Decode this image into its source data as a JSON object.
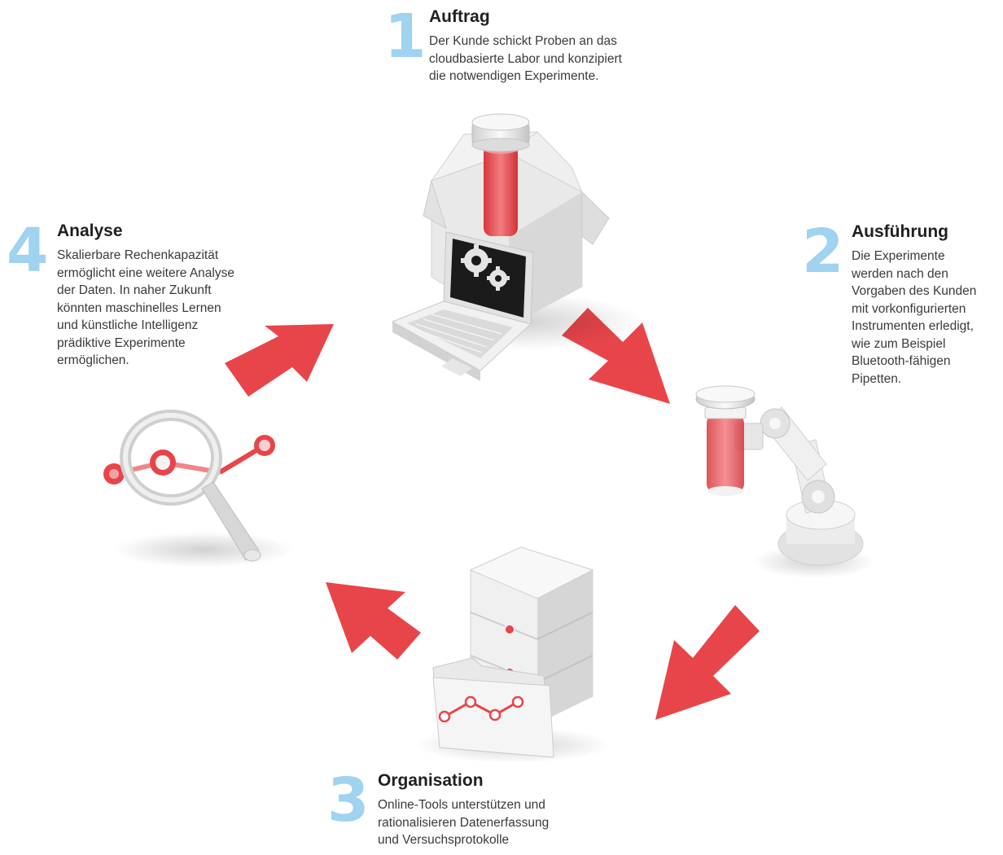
{
  "steps": [
    {
      "number": "1",
      "title": "Auftrag",
      "lines": [
        "Der Kunde schickt Proben an das",
        "cloudbasierte Labor und konzipiert",
        "die notwendigen Experimente."
      ]
    },
    {
      "number": "2",
      "title": "Ausführung",
      "lines": [
        "Die Experimente",
        "werden nach den",
        "Vorgaben des Kunden",
        "mit vorkonfigurierten",
        "Instrumenten erledigt,",
        "wie zum Beispiel",
        "Bluetooth-fähigen",
        "Pipetten."
      ]
    },
    {
      "number": "3",
      "title": "Organisation",
      "lines": [
        "Online-Tools unterstützen und",
        "rationalisieren Datenerfassung",
        "und Versuchsprotokolle"
      ]
    },
    {
      "number": "4",
      "title": "Analyse",
      "lines": [
        "Skalierbare Rechenkapazität",
        "ermöglicht eine weitere Analyse",
        "der Daten. In naher Zukunft",
        "könnten maschinelles Lernen",
        "und künstliche Intelligenz",
        "prädiktive Experimente",
        "ermöglichen."
      ]
    }
  ],
  "colors": {
    "step_number": "#9fd3ef",
    "arrow": "#e8454a",
    "sample_red": "#e8454a",
    "object_light": "#eeeeee",
    "object_dark": "#c9c9c9"
  },
  "icons": [
    "sample-box-icon",
    "laptop-gears-icon",
    "robot-arm-icon",
    "server-folder-icon",
    "magnifier-graph-icon"
  ]
}
